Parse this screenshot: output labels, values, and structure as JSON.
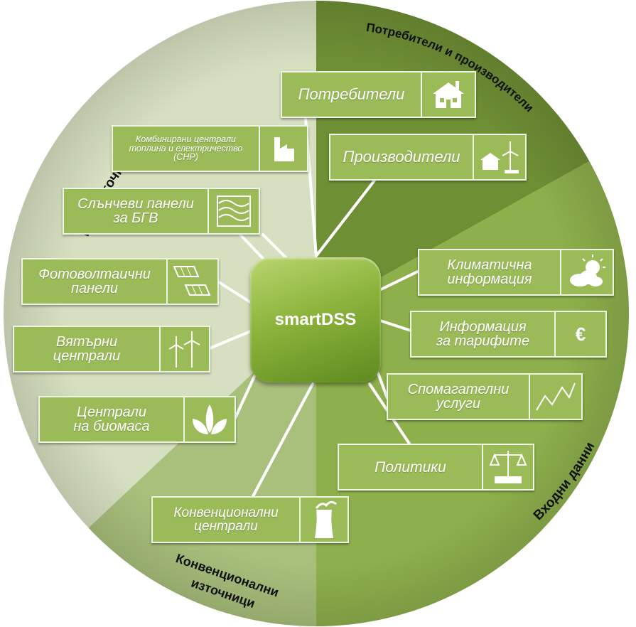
{
  "center_label": "smartDSS",
  "sections": {
    "res": "ВЕИ източници",
    "consumers_producers": "Потребители и производители",
    "input_data": "Входни данни",
    "conventional_line1": "Конвенционални",
    "conventional_line2": "източници"
  },
  "nodes": {
    "consumers": {
      "label": "Потребители",
      "icon": "house-icon"
    },
    "producers": {
      "label": "Производители",
      "icon": "house-wind-solar-icon"
    },
    "chp": {
      "label": "Комбинирани централи\nтоплина и електричество\n(CHP)",
      "icon": "chp-plant-icon"
    },
    "solar_thermal": {
      "label": "Слънчеви панели\nза БГВ",
      "icon": "solar-thermal-panel-icon"
    },
    "pv": {
      "label": "Фотоволтаични\nпанели",
      "icon": "pv-panels-icon"
    },
    "wind": {
      "label": "Вятърни\nцентрали",
      "icon": "wind-turbines-icon"
    },
    "biomass": {
      "label": "Централи\nна биомаса",
      "icon": "leaves-icon"
    },
    "conventional": {
      "label": "Конвенционални\nцентрали",
      "icon": "cooling-tower-icon"
    },
    "climate": {
      "label": "Климатична\nинформация",
      "icon": "sun-cloud-icon"
    },
    "tariffs": {
      "label": "Информация\nза тарифите",
      "icon": "euro-icon",
      "icon_text": "€"
    },
    "ancillary": {
      "label": "Спомагателни\nуслуги",
      "icon": "trend-chart-icon"
    },
    "policies": {
      "label": "Политики",
      "icon": "scales-icon"
    }
  },
  "colors": {
    "res_sector": "#d6e0c0",
    "consumers_sector": "#6f8f35",
    "input_sector": "#8eb04c",
    "conventional_sector": "#a9c07c",
    "box_fill": "#9bbb59",
    "box_border": "#eef4e2"
  }
}
